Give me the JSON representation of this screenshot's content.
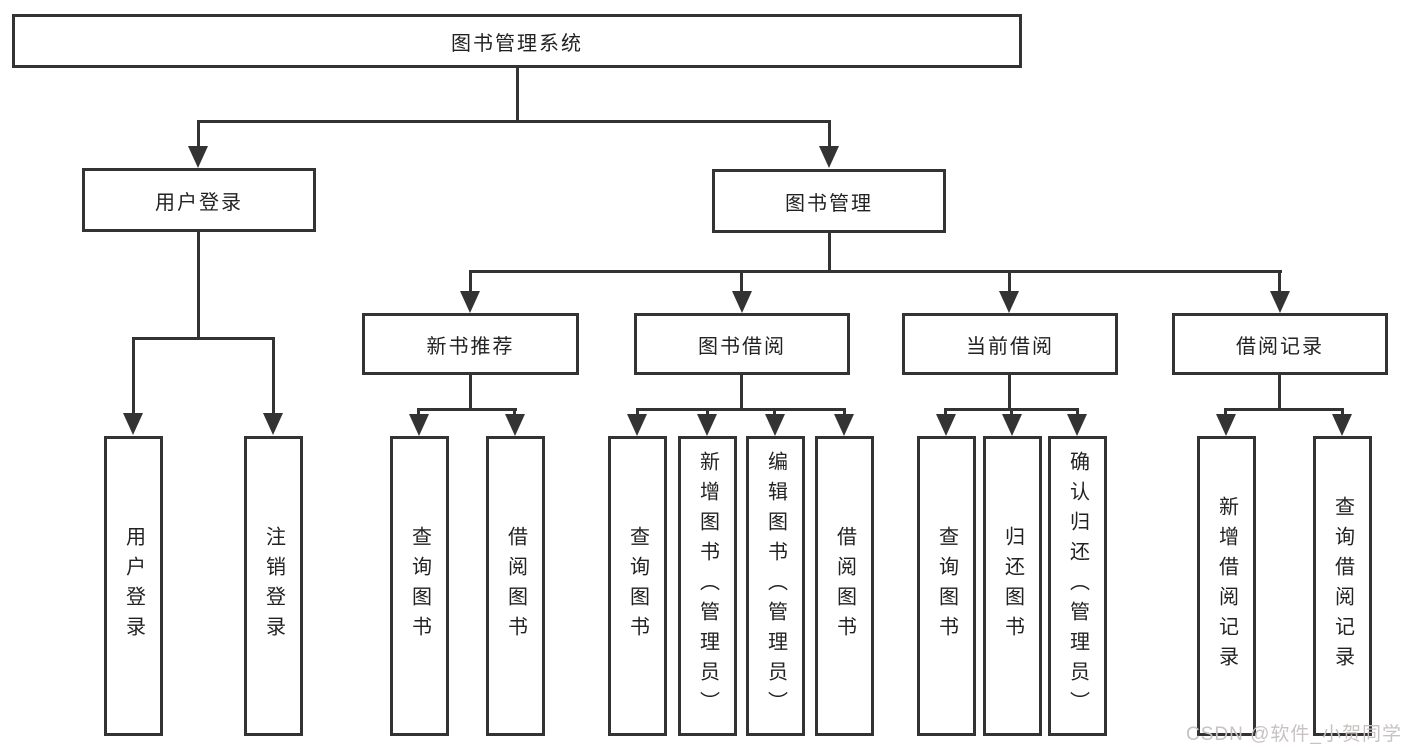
{
  "diagram": {
    "root": {
      "label": "图书管理系统"
    },
    "level2": [
      {
        "label": "用户登录"
      },
      {
        "label": "图书管理"
      }
    ],
    "level3": [
      {
        "label": "新书推荐"
      },
      {
        "label": "图书借阅"
      },
      {
        "label": "当前借阅"
      },
      {
        "label": "借阅记录"
      }
    ],
    "leaves": {
      "user_login": [
        "用户登录",
        "注销登录"
      ],
      "new_book_recommend": [
        "查询图书",
        "借阅图书"
      ],
      "book_borrow": [
        "查询图书",
        "新增图书（管理员）",
        "编辑图书（管理员）",
        "借阅图书"
      ],
      "current_borrow": [
        "查询图书",
        "归还图书",
        "确认归还（管理员）"
      ],
      "borrow_records": [
        "新增借阅记录",
        "查询借阅记录"
      ]
    }
  },
  "watermark": {
    "text": "CSDN @软件_小贺同学"
  },
  "colors": {
    "line": "#333333",
    "border": "#333333",
    "text": "#222222",
    "background": "#ffffff",
    "watermark": "#c8c2c2"
  }
}
